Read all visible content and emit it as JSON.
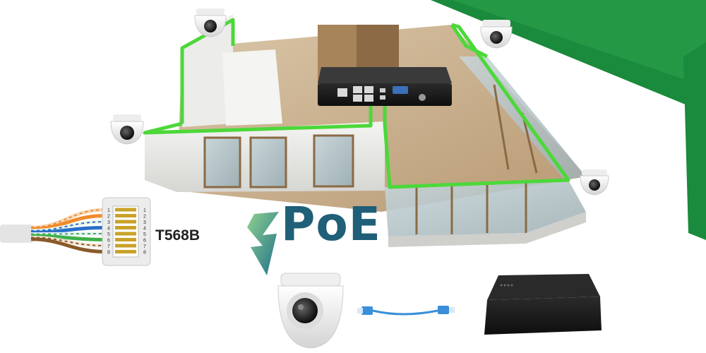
{
  "labels": {
    "poe": "PoE",
    "wiring_standard": "T568B",
    "pin_numbers": [
      "1",
      "2",
      "3",
      "4",
      "5",
      "6",
      "7",
      "8"
    ]
  },
  "colors": {
    "brand_green": "#1a8a3c",
    "cable_path_green": "#4cd83a",
    "poe_text": "#1f5f78",
    "bolt_green": "#2f9e4a",
    "device_black": "#1a1a1a",
    "camera_white": "#f2f2f2",
    "patch_cable_blue": "#3a8fd8"
  },
  "wire_colors": [
    "#f6d9b8",
    "#f28a2a",
    "#e9f3e6",
    "#2a6fc9",
    "#e8f0ff",
    "#3db04a",
    "#f5e6d6",
    "#8a5a2b"
  ],
  "icons": [
    "camera-icon",
    "nvr-icon",
    "lightning-bolt-icon",
    "rj45-connector-icon",
    "patch-cable-icon"
  ]
}
